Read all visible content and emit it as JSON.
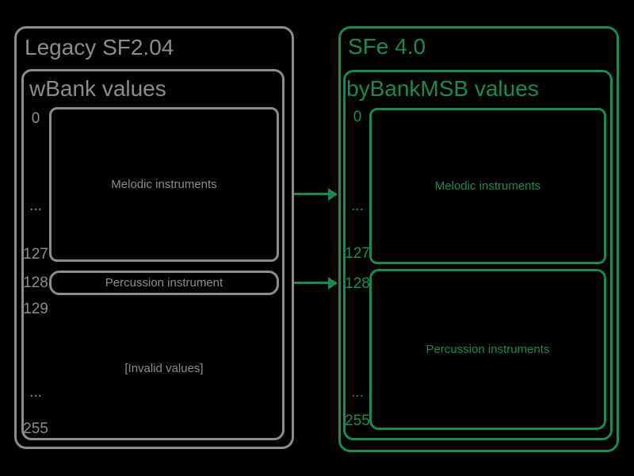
{
  "colors": {
    "background": "#000000",
    "legacy_gray": "#8d8d8d",
    "sfe_green": "#1b8a50"
  },
  "legacy": {
    "title": "Legacy SF2.04",
    "bank": {
      "title": "wBank values",
      "scale": [
        "0",
        "...",
        "127",
        "128",
        "129",
        "...",
        "255"
      ],
      "regions": [
        {
          "label": "Melodic instruments"
        },
        {
          "label": "Percussion instrument"
        }
      ],
      "invalid_label": "[Invalid values]"
    }
  },
  "sfe": {
    "title": "SFe 4.0",
    "bank": {
      "title": "byBankMSB values",
      "scale": [
        "0",
        "...",
        "127",
        "128",
        "...",
        "255"
      ],
      "regions": [
        {
          "label": "Melodic instruments"
        },
        {
          "label": "Percussion instruments"
        }
      ]
    }
  },
  "arrows": [
    {
      "icon": "arrow-right",
      "from": "Melodic instruments",
      "to": "Melodic instruments"
    },
    {
      "icon": "arrow-right",
      "from": "Percussion instrument",
      "to": "Percussion instruments"
    }
  ]
}
